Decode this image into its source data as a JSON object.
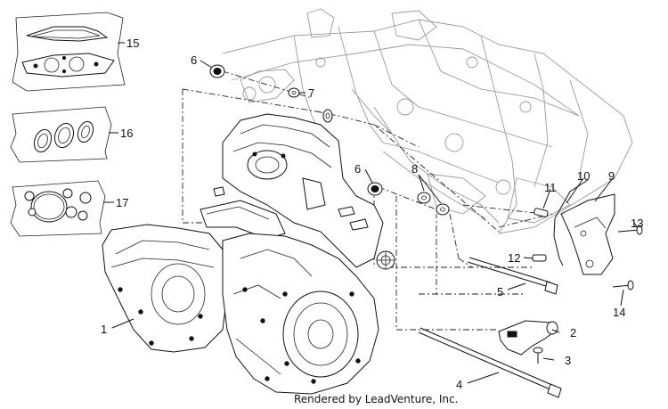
{
  "callouts": [
    "1",
    "2",
    "3",
    "4",
    "5",
    "6",
    "6",
    "7",
    "8",
    "9",
    "10",
    "11",
    "12",
    "13",
    "14",
    "15",
    "16",
    "17"
  ],
  "credit": "Rendered by LeadVenture, Inc."
}
